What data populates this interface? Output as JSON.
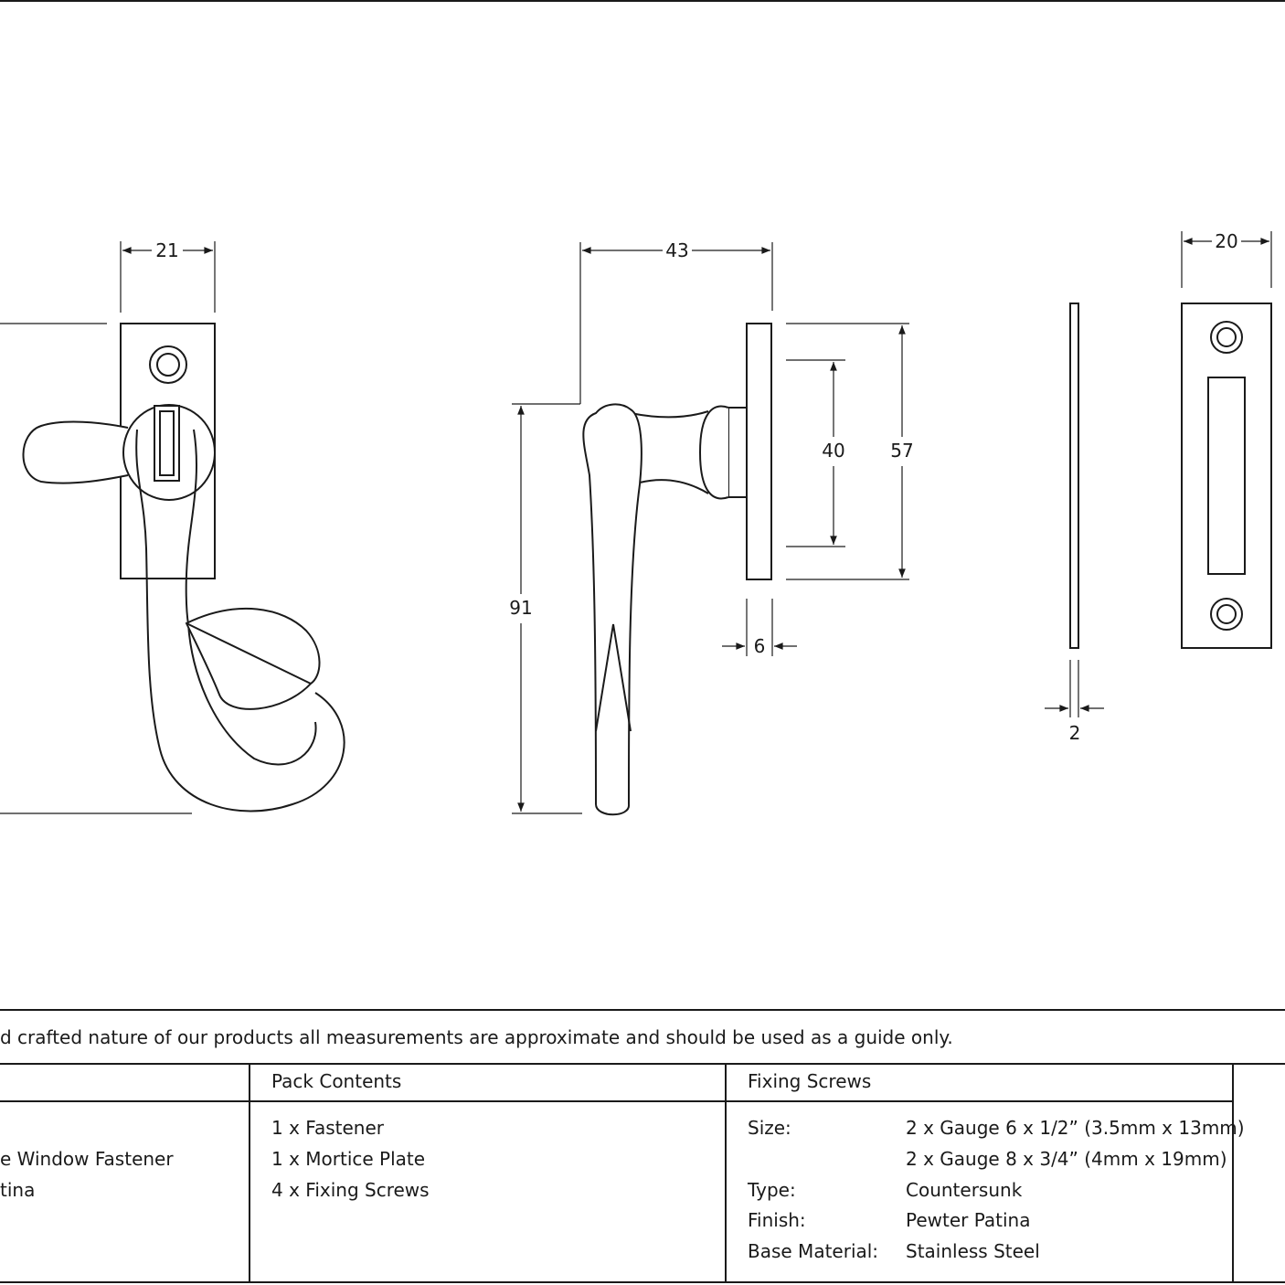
{
  "dimensions": {
    "front_width": "21",
    "side_depth": "43",
    "side_height": "91",
    "plate_inner": "40",
    "plate_outer": "57",
    "plate_thickness": "6",
    "mortice_thickness": "2",
    "mortice_width": "20"
  },
  "disclaimer": "d crafted nature of our products all measurements are approximate and should be used as a guide only.",
  "table": {
    "col1": {
      "line1": "e Window Fastener",
      "line2": "tina"
    },
    "pack": {
      "header": "Pack Contents",
      "items": [
        "1 x Fastener",
        "1 x Mortice Plate",
        "4 x Fixing Screws"
      ]
    },
    "screws": {
      "header": "Fixing Screws",
      "size_label": "Size:",
      "size_value_1": "2 x Gauge 6 x 1/2” (3.5mm x 13mm)",
      "size_value_2": "2 x Gauge 8 x 3/4” (4mm x 19mm)",
      "type_label": "Type:",
      "type_value": "Countersunk",
      "finish_label": "Finish:",
      "finish_value": "Pewter Patina",
      "material_label": "Base Material:",
      "material_value": "Stainless Steel"
    }
  }
}
